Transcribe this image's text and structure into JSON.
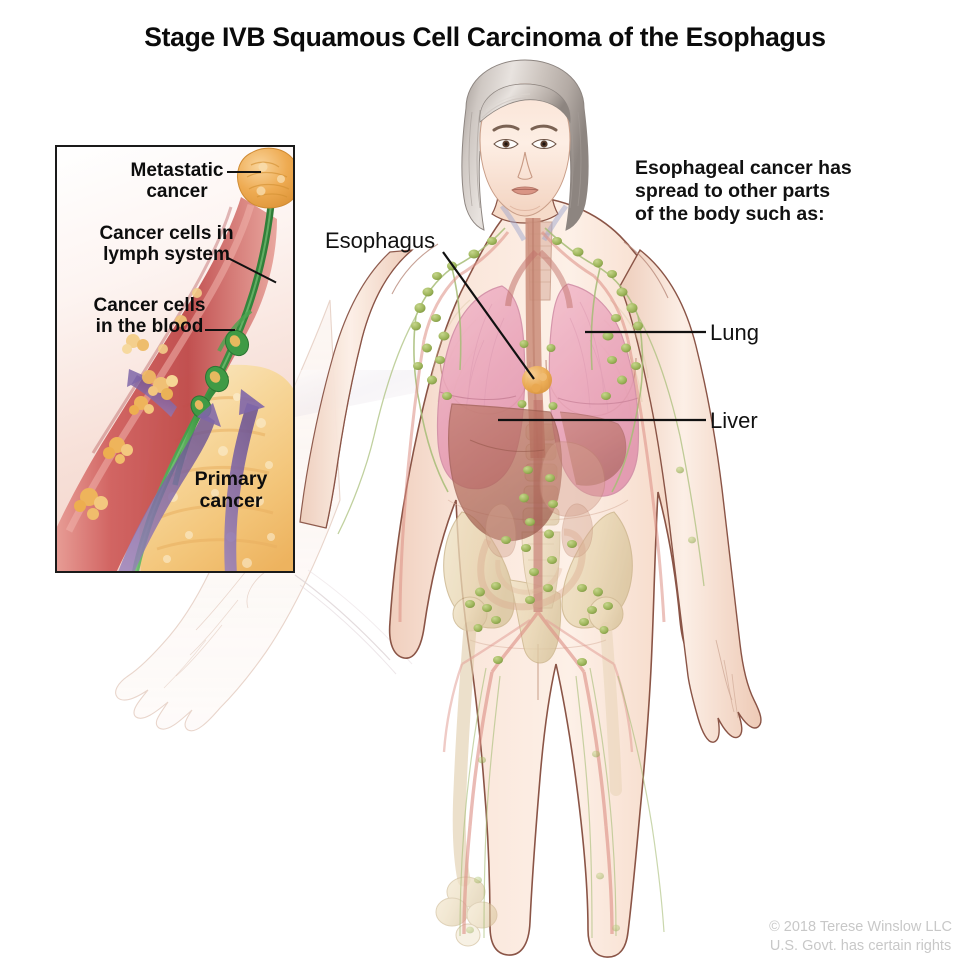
{
  "title": "Stage IVB Squamous Cell Carcinoma of the Esophagus",
  "right_heading": {
    "line1": "Esophageal cancer has",
    "line2": "spread to other parts",
    "line3": "of the body such as:"
  },
  "labels": {
    "esophagus": "Esophagus",
    "lung": "Lung",
    "liver": "Liver"
  },
  "inset": {
    "metastatic_line1": "Metastatic",
    "metastatic_line2": "cancer",
    "lymph_line1": "Cancer cells in",
    "lymph_line2": "lymph system",
    "blood_line1": "Cancer cells",
    "blood_line2": "in the blood",
    "primary_line1": "Primary",
    "primary_line2": "cancer"
  },
  "copyright": {
    "line1": "© 2018 Terese Winslow LLC",
    "line2": "U.S. Govt. has certain rights"
  },
  "colors": {
    "background": "#ffffff",
    "text": "#111111",
    "copyright_text": "#c8c8c8",
    "inset_border": "#1a1a1a",
    "skin": "#f6ded2",
    "skin_shadow": "#e9c7b6",
    "outline": "#7a4a3c",
    "lung": "#eda9bd",
    "liver": "#b9695c",
    "lymph_node": "#8aa84a",
    "lymph_vessel": "#9cb36a",
    "artery": "#d4756b",
    "vein": "#b09ec9",
    "bone": "#ecdcb9",
    "tumor": "#e8a44a",
    "blood_vessel_inset": "#cf5a58",
    "lymph_vessel_inset": "#3f9a45",
    "arrow_purple": "#8a72b0",
    "fat_tissue": "#f2c883",
    "hair": "#b8b1ac"
  }
}
